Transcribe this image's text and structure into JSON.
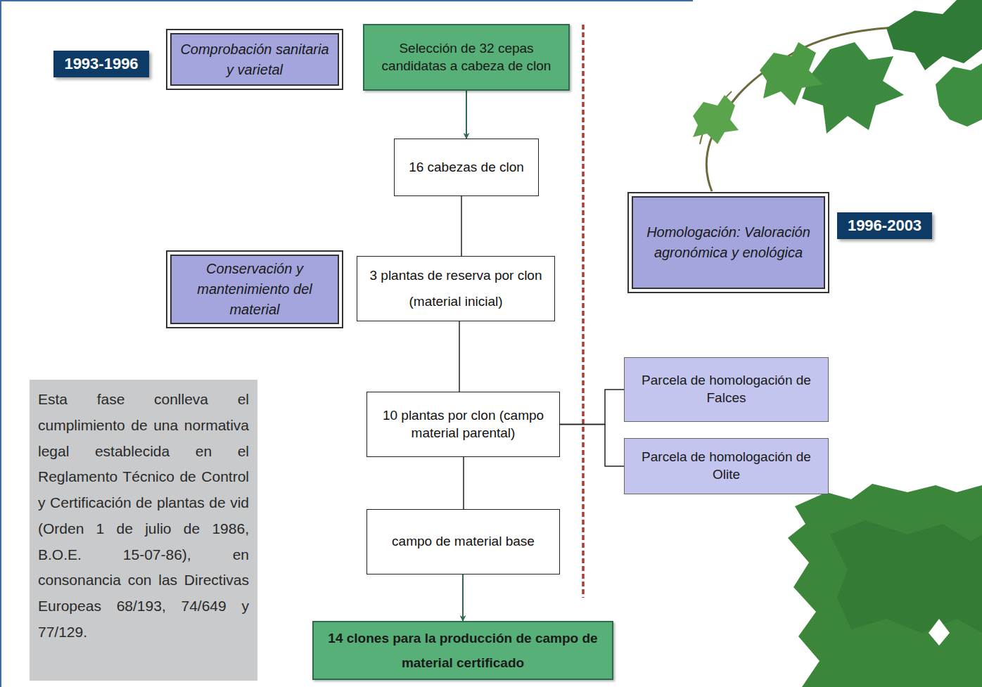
{
  "diagram": {
    "nodes": [
      {
        "text": [
          "1993-1996"
        ]
      },
      {
        "text": [
          "Comprobación sanitaria y varietal"
        ]
      },
      {
        "text": [
          "Selección de 32 cepas candidatas a cabeza de clon"
        ]
      },
      {
        "text": [
          "16 cabezas de clon"
        ]
      },
      {
        "text": [
          "Homologación: Valoración agronómica y enológica"
        ]
      },
      {
        "text": [
          "1996-2003"
        ]
      },
      {
        "text": [
          "Conservación y mantenimiento del material"
        ]
      },
      {
        "text": [
          "3 plantas de reserva por clon (material inicial)"
        ]
      },
      {
        "text": [
          "Esta fase conlleva el cumplimiento de una normativa legal establecida en el Reglamento Técnico de Control y Certificación de plantas de vid (Orden 1 de julio de 1986, B.O.E. 15-07-86), en consonancia con las Directivas Europeas 68/193, 74/649 y 77/129."
        ]
      },
      {
        "text": [
          "10 plantas por clon (campo material parental)"
        ]
      },
      {
        "text": [
          "Parcela de homologación de Falces"
        ]
      },
      {
        "text": [
          "Parcela de homologación de Olite"
        ]
      },
      {
        "text": [
          "campo de material base"
        ]
      },
      {
        "text": [
          "14 clones para la producción de campo de material certificado"
        ]
      }
    ],
    "edges": [
      {
        "from": 2,
        "to": 3,
        "arrow": "to"
      },
      {
        "from": 3,
        "to": 7,
        "arrow": "none"
      },
      {
        "from": 7,
        "to": 9,
        "arrow": "none"
      },
      {
        "from": 9,
        "to": 10,
        "arrow": "none"
      },
      {
        "from": 9,
        "to": 11,
        "arrow": "none"
      },
      {
        "from": 9,
        "to": 12,
        "arrow": "none"
      },
      {
        "from": 12,
        "to": 13,
        "arrow": "to"
      }
    ]
  }
}
